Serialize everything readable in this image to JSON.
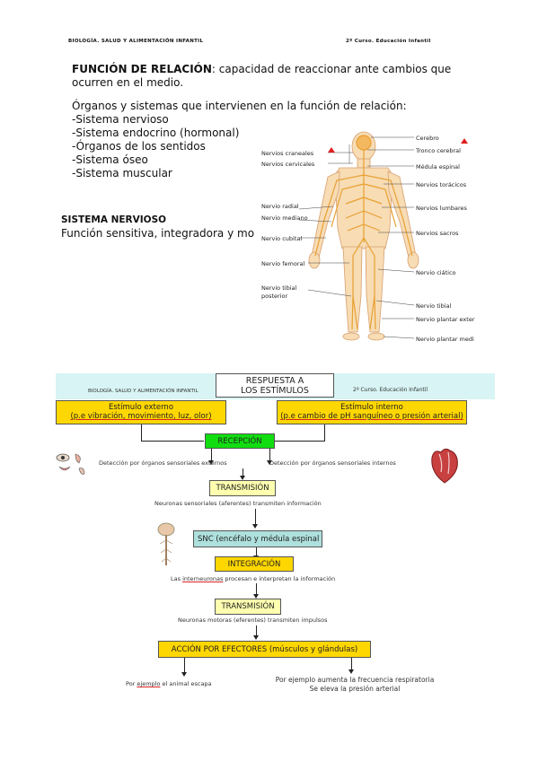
{
  "header": {
    "left_prefix": "BIOLOGÍA",
    "left_rest": ". SALUD Y ALIMENTACIÓN INFANTIL",
    "right": "2º Curso. Educación Infantil"
  },
  "intro": {
    "term": "FUNCIÓN DE RELACIÓN",
    "definition": ": capacidad de reaccionar ante cambios que ocurren en el medio.",
    "organs_heading": "Órganos y sistemas que intervienen en la función de relación:",
    "organs": [
      "-Sistema nervioso",
      "-Sistema endocrino (hormonal)",
      "-Órganos de los sentidos",
      "-Sistema óseo",
      "-Sistema muscular"
    ]
  },
  "nervous_system": {
    "title": "SISTEMA NERVIOSO",
    "text": "Función sensitiva, integradora y motora"
  },
  "figure": {
    "left_labels": [
      "Nervios craneales",
      "Nervios cervicales",
      "Nervio radial",
      "Nervio mediano",
      "Nervio cubital",
      "Nervio femoral",
      "Nervio tibial posterior"
    ],
    "right_labels": [
      "Cerebro",
      "Tronco cerebral",
      "Médula espinal",
      "Nervios torácicos",
      "Nervios lumbares",
      "Nervios sacros",
      "Nervio ciático",
      "Nervio tibial",
      "Nervio plantar exter",
      "Nervio plantar medi"
    ]
  },
  "diagram": {
    "band_left": "BIOLOGÍA. SALUD Y ALIMENTACIÓN INFANTIL",
    "band_right": "2º Curso. Educación Infantil",
    "title_line1": "RESPUESTA A",
    "title_line2": "LOS ESTÍMULOS",
    "ext_title": "Estímulo externo",
    "ext_detail": "(p.e vibración, movimiento, luz, olor)",
    "int_title": "Estímulo interno",
    "int_detail": "(p.e cambio de pH sanguíneo o presión arterial)",
    "reception": "RECEPCIÓN",
    "reception_left": "Detección por órganos sensoriales externos",
    "reception_right": "Detección por órganos sensoriales internos",
    "transmission1": "TRANSMISIÓN",
    "transmission1_note": "Neuronas sensoriales (aferentes) transmiten información",
    "snc": "SNC (encéfalo y médula espinal",
    "integration": "INTEGRACIÓN",
    "integration_note_pre": "Las ",
    "integration_note_link": "interneuronas",
    "integration_note_post": " procesan e interpretan la información",
    "transmission2": "TRANSMISIÓN",
    "transmission2_note": "Neuronas motoras (eferentes) transmiten impulsos",
    "action": "ACCIÓN POR EFECTORES (músculos y glándulas)",
    "left_outcome_pre": "Por ",
    "left_outcome_link": "ejemplo",
    "left_outcome_post": " el animal escapa",
    "right_outcome_line1": "Por ejemplo aumenta la frecuencia respiratoria",
    "right_outcome_line2": "Se eleva la presión arterial"
  },
  "colors": {
    "accent_red": "#e02020",
    "band": "#d8f4f4",
    "yellow": "#ffd700",
    "green": "#11dd11",
    "teal": "#aee0dd"
  }
}
